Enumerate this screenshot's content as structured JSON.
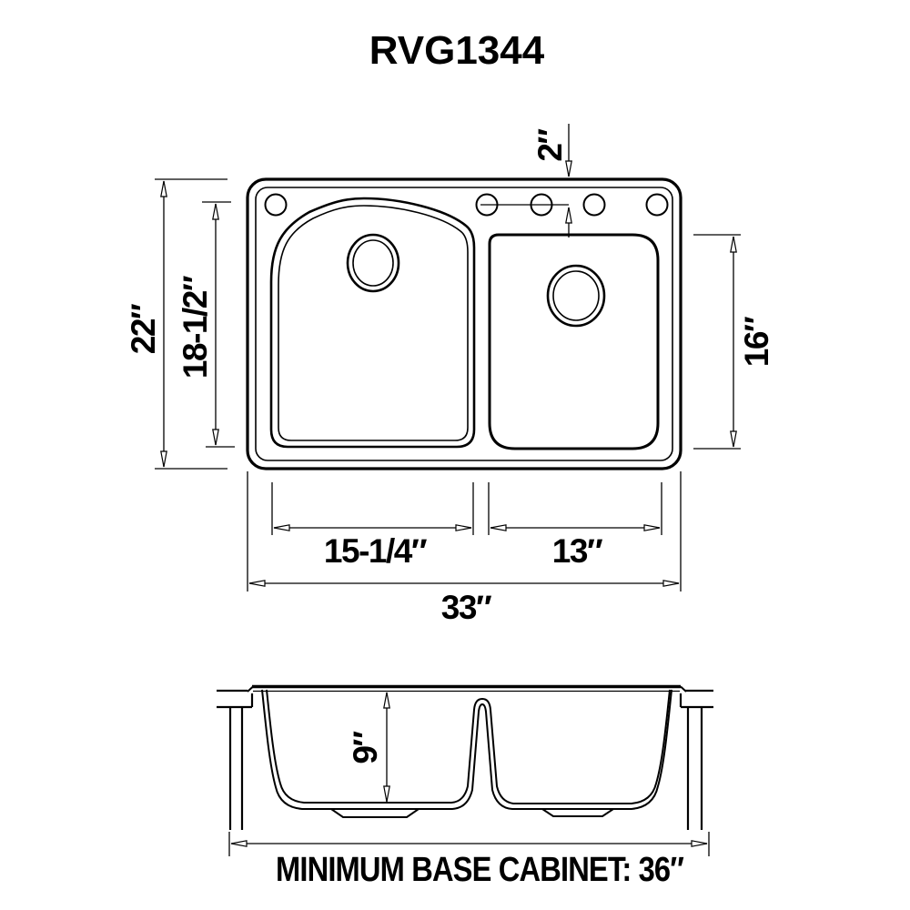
{
  "title": "RVG1344",
  "colors": {
    "ink": "#000000",
    "paper": "#ffffff"
  },
  "top_view": {
    "bowl_count": 2,
    "faucet_hole_count": 5,
    "dimensions": {
      "overall_depth": "22″",
      "left_bowl_depth": "18-1/2″",
      "faucet_hole_setback": "2″",
      "right_bowl_depth": "16″",
      "left_bowl_width": "15-1/4″",
      "right_bowl_width": "13″",
      "overall_width": "33″"
    }
  },
  "front_view": {
    "dimensions": {
      "bowl_depth": "9″"
    },
    "caption": "MINIMUM BASE CABINET: 36″"
  }
}
